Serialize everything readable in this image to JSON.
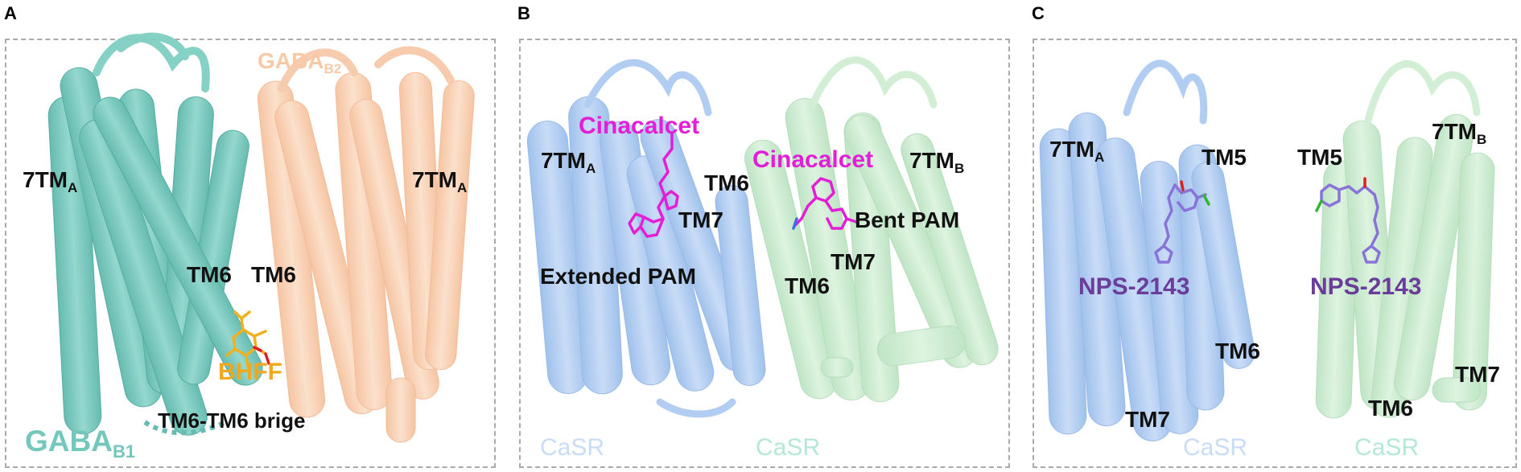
{
  "panels": [
    {
      "letter": "A",
      "labels": {
        "tm7_left": "7TM",
        "tm7_left_sub": "A",
        "gaba_b2": "GABA",
        "gaba_b2_sub": "B2",
        "tm7_right": "7TM",
        "tm7_right_sub": "A",
        "tm6_a": "TM6",
        "tm6_b": "TM6",
        "ligand": "BHFF",
        "bridge": "TM6-TM6 brige",
        "gaba_b1": "GABA",
        "gaba_b1_sub": "B1"
      }
    },
    {
      "letter": "B",
      "labels": {
        "cinacalcet_1": "Cinacalcet",
        "cinacalcet_2": "Cinacalcet",
        "tm7_a": "7TM",
        "tm7_a_sub": "A",
        "tm7_b": "7TM",
        "tm7_b_sub": "B",
        "tm6_left": "TM6",
        "tm7_left": "TM7",
        "bent_pam": "Bent PAM",
        "tm7_right": "TM7",
        "extended_pam": "Extended PAM",
        "tm6_right": "TM6",
        "casr_left": "CaSR",
        "casr_right": "CaSR"
      }
    },
    {
      "letter": "C",
      "labels": {
        "tm7_a": "7TM",
        "tm7_a_sub": "A",
        "tm5_left": "TM5",
        "tm5_right": "TM5",
        "tm7_b": "7TM",
        "tm7_b_sub": "B",
        "nps_left": "NPS-2143",
        "nps_right": "NPS-2143",
        "tm6_left": "TM6",
        "tm7_bottom_right": "TM7",
        "tm6_bottom_right": "TM6",
        "tm7_bottom_left": "TM7",
        "casr_left": "CaSR",
        "casr_right": "CaSR"
      }
    }
  ],
  "colors": {
    "gaba_b1": "#74c7bd",
    "gaba_b2": "#f8c9a6",
    "casr_blue": "#a9c8f0",
    "casr_green": "#b9e6bf",
    "cinacalcet": "#e21fd6",
    "nps": "#6a3d9a",
    "bhff": "#f0a81e",
    "casr_label_blue": "#c9dcf5",
    "casr_label_green": "#b3e8d8"
  }
}
